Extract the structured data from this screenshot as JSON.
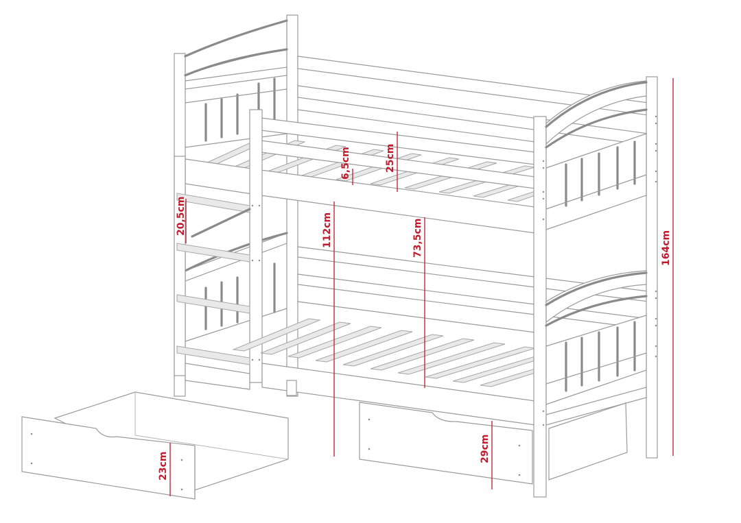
{
  "figure": {
    "subject": "bunk bed with two under-bed drawers",
    "line_color": "#9a9a9a",
    "dimension_color": "#c01c2e"
  },
  "dimensions": {
    "slat_gap": "6,5cm",
    "guardrail_height": "25cm",
    "ladder_step_spacing": "20,5cm",
    "clearance_floor_to_top_bunk": "112cm",
    "clearance_between_bunks": "73,5cm",
    "total_height": "164cm",
    "drawer_left_height": "23cm",
    "drawer_right_height": "29cm"
  }
}
